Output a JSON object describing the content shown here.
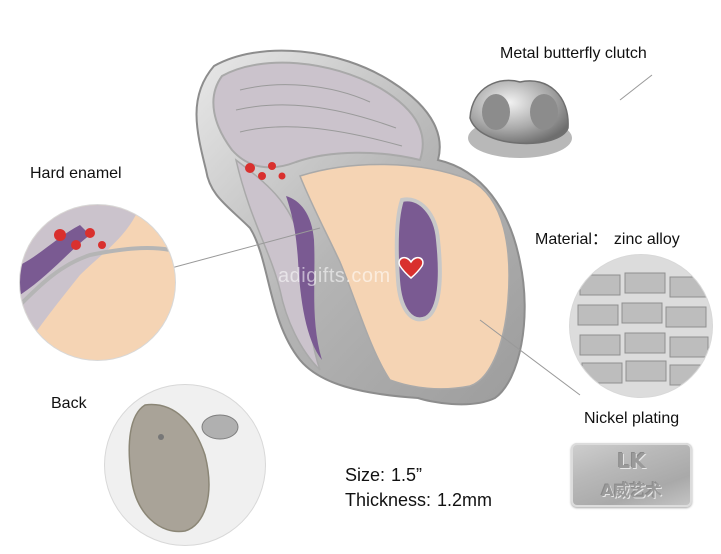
{
  "labels": {
    "butterfly_clutch": "Metal butterfly clutch",
    "hard_enamel": "Hard enamel",
    "material_key": "Material：",
    "material_value": "zinc alloy",
    "back": "Back",
    "nickel_plating": "Nickel plating"
  },
  "specs": {
    "size_key": "Size:",
    "size_value": "1.5”",
    "thickness_key": "Thickness:",
    "thickness_value": "1.2mm"
  },
  "watermark": "adigifts.com",
  "plate_sample": {
    "top_text": "LK",
    "bottom_text": "A威艺术"
  },
  "colors": {
    "skin_enamel": "#f5d4b4",
    "hair_enamel": "#cbc3cc",
    "purple_enamel": "#7a5a92",
    "red_enamel": "#d9302e",
    "metal": "#c8c8c8"
  }
}
